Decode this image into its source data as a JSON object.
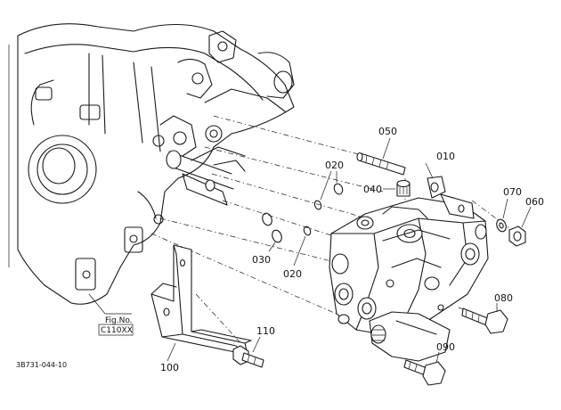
{
  "callouts": {
    "p010": "010",
    "p020a": "020",
    "p020b": "020",
    "p030": "030",
    "p040": "040",
    "p050": "050",
    "p060": "060",
    "p070": "070",
    "p080": "080",
    "p090": "090",
    "p100": "100",
    "p110": "110"
  },
  "fig_ref": {
    "line1": "Fig.No.",
    "line2": "C110XX"
  },
  "drawing_code": "3B731-044-10"
}
